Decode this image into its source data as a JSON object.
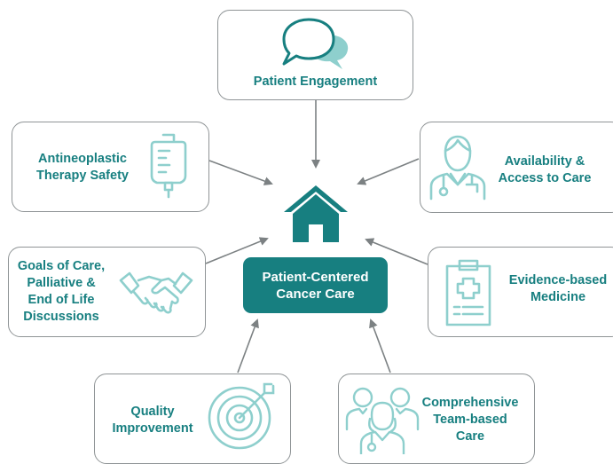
{
  "center": {
    "line1": "Patient-Centered",
    "line2": "Cancer Care"
  },
  "nodes": {
    "engagement": {
      "lines": [
        "Patient Engagement"
      ],
      "icon": "chat-bubbles-icon"
    },
    "safety": {
      "lines": [
        "Antineoplastic",
        "Therapy Safety"
      ],
      "icon": "iv-bag-icon"
    },
    "access": {
      "lines": [
        "Availability &",
        "Access to Care"
      ],
      "icon": "doctor-icon"
    },
    "goals": {
      "lines": [
        "Goals of Care,",
        "Palliative &",
        "End of Life",
        "Discussions"
      ],
      "icon": "handshake-icon"
    },
    "evidence": {
      "lines": [
        "Evidence-based",
        "Medicine"
      ],
      "icon": "clipboard-medical-icon"
    },
    "quality": {
      "lines": [
        "Quality",
        "Improvement"
      ],
      "icon": "target-icon"
    },
    "team": {
      "lines": [
        "Comprehensive",
        "Team-based",
        "Care"
      ],
      "icon": "care-team-icon"
    }
  },
  "colors": {
    "teal": "#177f80",
    "border": "#8f9496",
    "arrow": "#7c8183"
  }
}
